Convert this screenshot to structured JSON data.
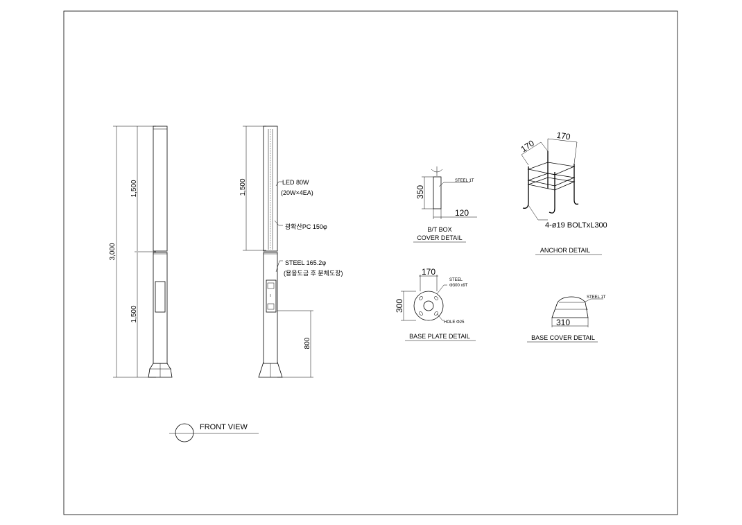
{
  "front_view": {
    "title": "FRONT VIEW",
    "dim_total": "3,000",
    "dim_upper": "1,500",
    "dim_lower": "1,500",
    "dim_side_upper": "1,500",
    "dim_side_base": "800",
    "label_led_1": "LED 80W",
    "label_led_2": "(20W×4EA)",
    "label_pc": "광확산PC 150φ",
    "label_steel_1": "STEEL 165.2φ",
    "label_steel_2": "(용융도금 후 분체도장)"
  },
  "bt_box": {
    "title_1": "B/T BOX",
    "title_2": "COVER DETAIL",
    "dim_height": "350",
    "dim_width": "120",
    "note": "STEEL 1T"
  },
  "base_plate": {
    "title": "BASE PLATE DETAIL",
    "dim_width": "170",
    "dim_height": "300",
    "note_1": "STEEL",
    "note_2": "Φ300 x9T",
    "note_hole": "HOLE Φ25"
  },
  "anchor": {
    "title": "ANCHOR DETAIL",
    "dim_a": "170",
    "dim_b": "170",
    "bolt": "4-ø19  BOLTxL300"
  },
  "base_cover": {
    "title": "BASE COVER DETAIL",
    "dim_width": "310",
    "note": "STEEL 1T"
  }
}
